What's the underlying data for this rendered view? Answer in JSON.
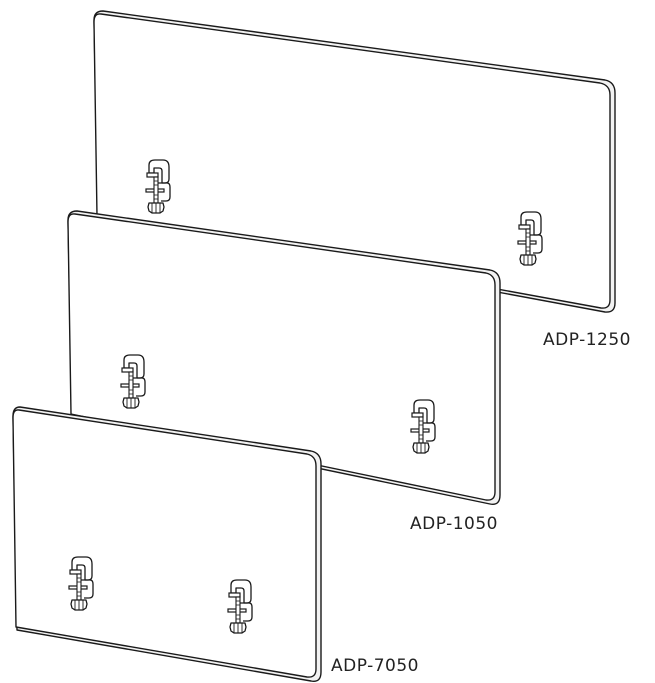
{
  "panels": [
    {
      "model": "ADP-1250"
    },
    {
      "model": "ADP-1050"
    },
    {
      "model": "ADP-7050"
    }
  ],
  "colors": {
    "stroke": "#1a1a1a",
    "panel_fill": "#ffffff",
    "edge_fill": "#f2f2f2",
    "label_text": "#222222"
  }
}
